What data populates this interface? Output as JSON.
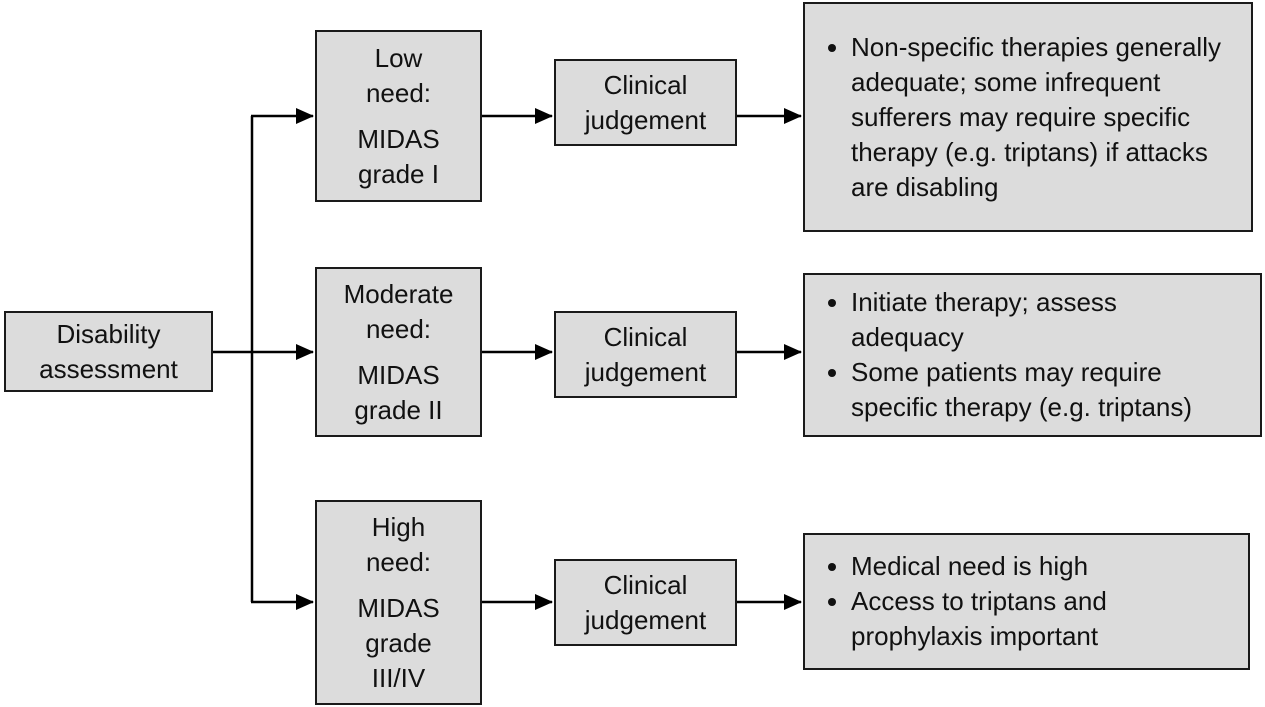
{
  "canvas": {
    "background_color": "#ffffff",
    "box_fill_color": "#dcdcdc",
    "box_border_color": "#1a1a1a",
    "connector_color": "#000000"
  },
  "root_box": {
    "label": "Disability assessment"
  },
  "rows": [
    {
      "need_title_lines": [
        "Low",
        "need:"
      ],
      "need_midas_lines": [
        "MIDAS",
        "grade I"
      ],
      "clinical_label": "Clinical judgement",
      "bullets": [
        "Non-specific therapies generally adequate; some infrequent sufferers may require specific therapy (e.g. triptans) if attacks are disabling"
      ]
    },
    {
      "need_title_lines": [
        "Moderate",
        "need:"
      ],
      "need_midas_lines": [
        "MIDAS",
        "grade II"
      ],
      "clinical_label": "Clinical judgement",
      "bullets": [
        "Initiate therapy; assess adequacy",
        "Some patients may require specific therapy (e.g. triptans)"
      ]
    },
    {
      "need_title_lines": [
        "High",
        "need:"
      ],
      "need_midas_lines": [
        "MIDAS",
        "grade",
        "III/IV"
      ],
      "clinical_label": "Clinical judgement",
      "bullets": [
        "Medical need is high",
        "Access to triptans and prophylaxis important"
      ]
    }
  ]
}
